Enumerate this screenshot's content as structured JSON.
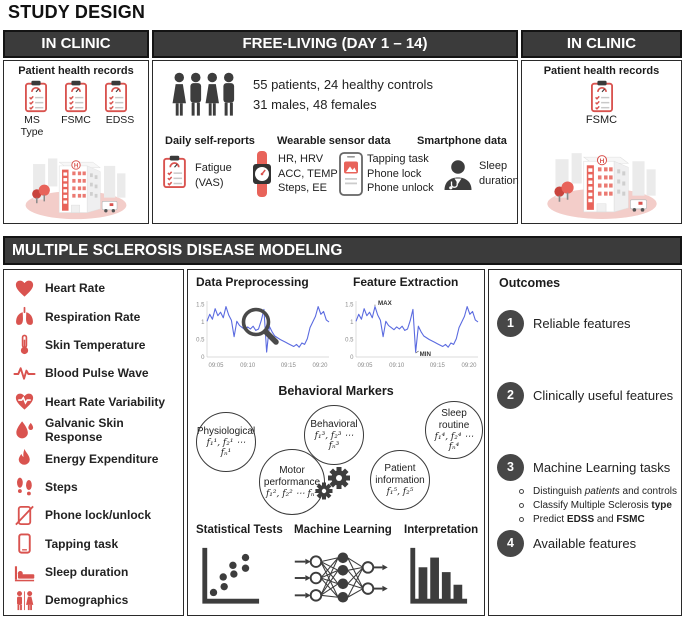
{
  "page_title": "STUDY DESIGN",
  "colors": {
    "accent_red": "#d9534f",
    "header_dark": "#3b3b3b",
    "chart_line": "#5b6be0",
    "icon_dark": "#3d3d3d"
  },
  "top": {
    "clinic_left": {
      "header": "IN CLINIC",
      "title": "Patient health records",
      "record_labels": [
        "MS Type",
        "FSMC",
        "EDSS"
      ]
    },
    "free_living": {
      "header": "FREE-LIVING (DAY 1 – 14)",
      "cohort": {
        "line1": "55 patients, 24 healthy controls",
        "line2": "31 males, 48 females"
      },
      "daily_self_reports": {
        "title": "Daily self-reports",
        "lines": [
          "Fatigue",
          "(VAS)"
        ]
      },
      "wearable": {
        "title": "Wearable sensor data",
        "lines": [
          "HR, HRV",
          "ACC, TEMP",
          "Steps, EE"
        ]
      },
      "smartphone": {
        "title": "Smartphone data",
        "lines": [
          "Tapping task",
          "Phone lock",
          "Phone unlock"
        ]
      },
      "sleep": {
        "lines": [
          "Sleep",
          "duration"
        ]
      }
    },
    "clinic_right": {
      "header": "IN CLINIC",
      "title": "Patient health records",
      "record_labels": [
        "FSMC"
      ]
    }
  },
  "modeling": {
    "header": "MULTIPLE SCLEROSIS DISEASE MODELING",
    "sensors": [
      {
        "label": "Heart Rate",
        "icon": "heart-icon"
      },
      {
        "label": "Respiration Rate",
        "icon": "lungs-icon"
      },
      {
        "label": "Skin Temperature",
        "icon": "thermometer-icon"
      },
      {
        "label": "Blood Pulse Wave",
        "icon": "pulse-wave-icon"
      },
      {
        "label": "Heart Rate Variability",
        "icon": "heart-pulse-icon"
      },
      {
        "label": "Galvanic Skin Response",
        "icon": "droplets-icon"
      },
      {
        "label": "Energy Expenditure",
        "icon": "flame-icon"
      },
      {
        "label": "Steps",
        "icon": "footsteps-icon"
      },
      {
        "label": "Phone lock/unlock",
        "icon": "phone-slash-icon"
      },
      {
        "label": "Tapping task",
        "icon": "phone-icon"
      },
      {
        "label": "Sleep duration",
        "icon": "bed-icon"
      },
      {
        "label": "Demographics",
        "icon": "man-woman-icon"
      }
    ],
    "pipeline": {
      "preprocessing_title": "Data Preprocessing",
      "extraction_title": "Feature Extraction",
      "markers_title": "Behavioral Markers",
      "circles": {
        "physiological": {
          "name": "Physiological",
          "formula": "f₁¹, f₂¹ ⋯ fₙ¹"
        },
        "behavioral": {
          "name": "Behavioral",
          "formula": "f₁³, f₂³ ⋯ fₙ³"
        },
        "sleep_routine": {
          "name": "Sleep routine",
          "formula": "f₁⁴, f₂⁴ ⋯ fₙ⁴"
        },
        "motor_performance": {
          "name": "Motor performance",
          "formula": "f₁², f₂² ⋯ fₙ²"
        },
        "patient_information": {
          "name": "Patient information",
          "formula": "f₁⁵, f₂⁵"
        }
      },
      "stats_title": "Statistical Tests",
      "ml_title": "Machine Learning",
      "interpretation_title": "Interpretation"
    },
    "outcomes": {
      "title": "Outcomes",
      "items": [
        {
          "num": "1",
          "label": "Reliable features"
        },
        {
          "num": "2",
          "label": "Clinically useful features"
        },
        {
          "num": "3",
          "label": "Machine Learning tasks"
        },
        {
          "num": "4",
          "label": "Available features"
        }
      ],
      "ml_bullets": [
        [
          {
            "t": "Distinguish "
          },
          {
            "t": "patients",
            "s": "i"
          },
          {
            "t": " and controls"
          }
        ],
        [
          {
            "t": "Classify Multiple Sclerosis "
          },
          {
            "t": "type",
            "s": "b"
          }
        ],
        [
          {
            "t": "Predict "
          },
          {
            "t": "EDSS",
            "s": "b"
          },
          {
            "t": " and "
          },
          {
            "t": "FSMC",
            "s": "b"
          }
        ]
      ]
    }
  },
  "chart_data": {
    "type": "line",
    "title": "Wearable signal inset (Data Preprocessing / Feature Extraction)",
    "x_ticks": [
      "09:05",
      "09:10",
      "09:15",
      "09:20"
    ],
    "y_ticks": [
      0,
      0.5,
      1,
      1.5
    ],
    "ylim": [
      0,
      1.6
    ],
    "line_color": "#5b6be0",
    "annotations": {
      "max_label": "MAX",
      "min_label": "MIN"
    },
    "values": [
      1.02,
      1.22,
      1.08,
      1.38,
      1.18,
      1.28,
      1.12,
      1.44,
      1.2,
      1.05,
      0.58,
      1.02,
      0.9,
      0.84,
      0.78,
      0.86,
      0.8,
      0.88,
      0.76,
      0.8,
      1.04,
      1.36,
      0.14,
      0.88,
      0.72,
      0.6,
      0.55,
      0.5,
      0.46,
      0.42,
      0.38,
      0.34,
      0.3,
      0.36,
      0.28,
      0.4,
      0.36,
      0.52,
      0.84,
      1.0,
      1.16,
      1.44,
      1.22,
      1.3,
      1.06,
      1.0
    ]
  }
}
